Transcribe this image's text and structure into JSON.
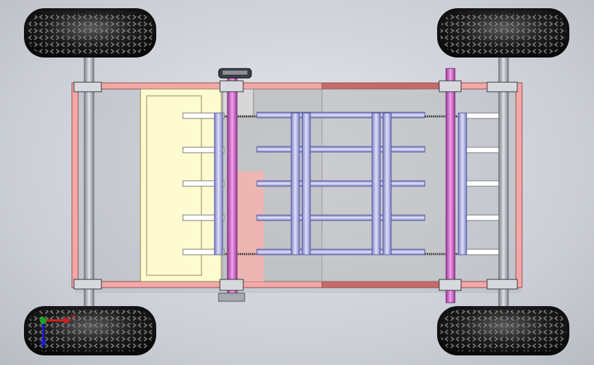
{
  "viewport": {
    "background_top": "#e6e9ee",
    "background_edge": "#b8bcc3"
  },
  "model": {
    "colors": {
      "frame": "#f0a8a8",
      "frame_edge": "#9a4848",
      "tire": "#1b1b1b",
      "tread": "#6e6e6e",
      "axle": "#a9aeb6",
      "seat": "#fffbd0",
      "seat_edge": "#8a8650",
      "shaft": "#d76ad2",
      "shaft_edge": "#7a2b77",
      "tine": "#b3b5e3",
      "tine_edge": "#55579a",
      "hopper": "#f2b5b0",
      "hopper_edge": "#8a8a8a",
      "chain": "#444444"
    },
    "wheel_count": 4,
    "tine_rows": 5
  },
  "triad": {
    "x_label": "X",
    "x_color": "#d62020",
    "y_color": "#1aa51a",
    "z_color": "#1a1ad6"
  }
}
